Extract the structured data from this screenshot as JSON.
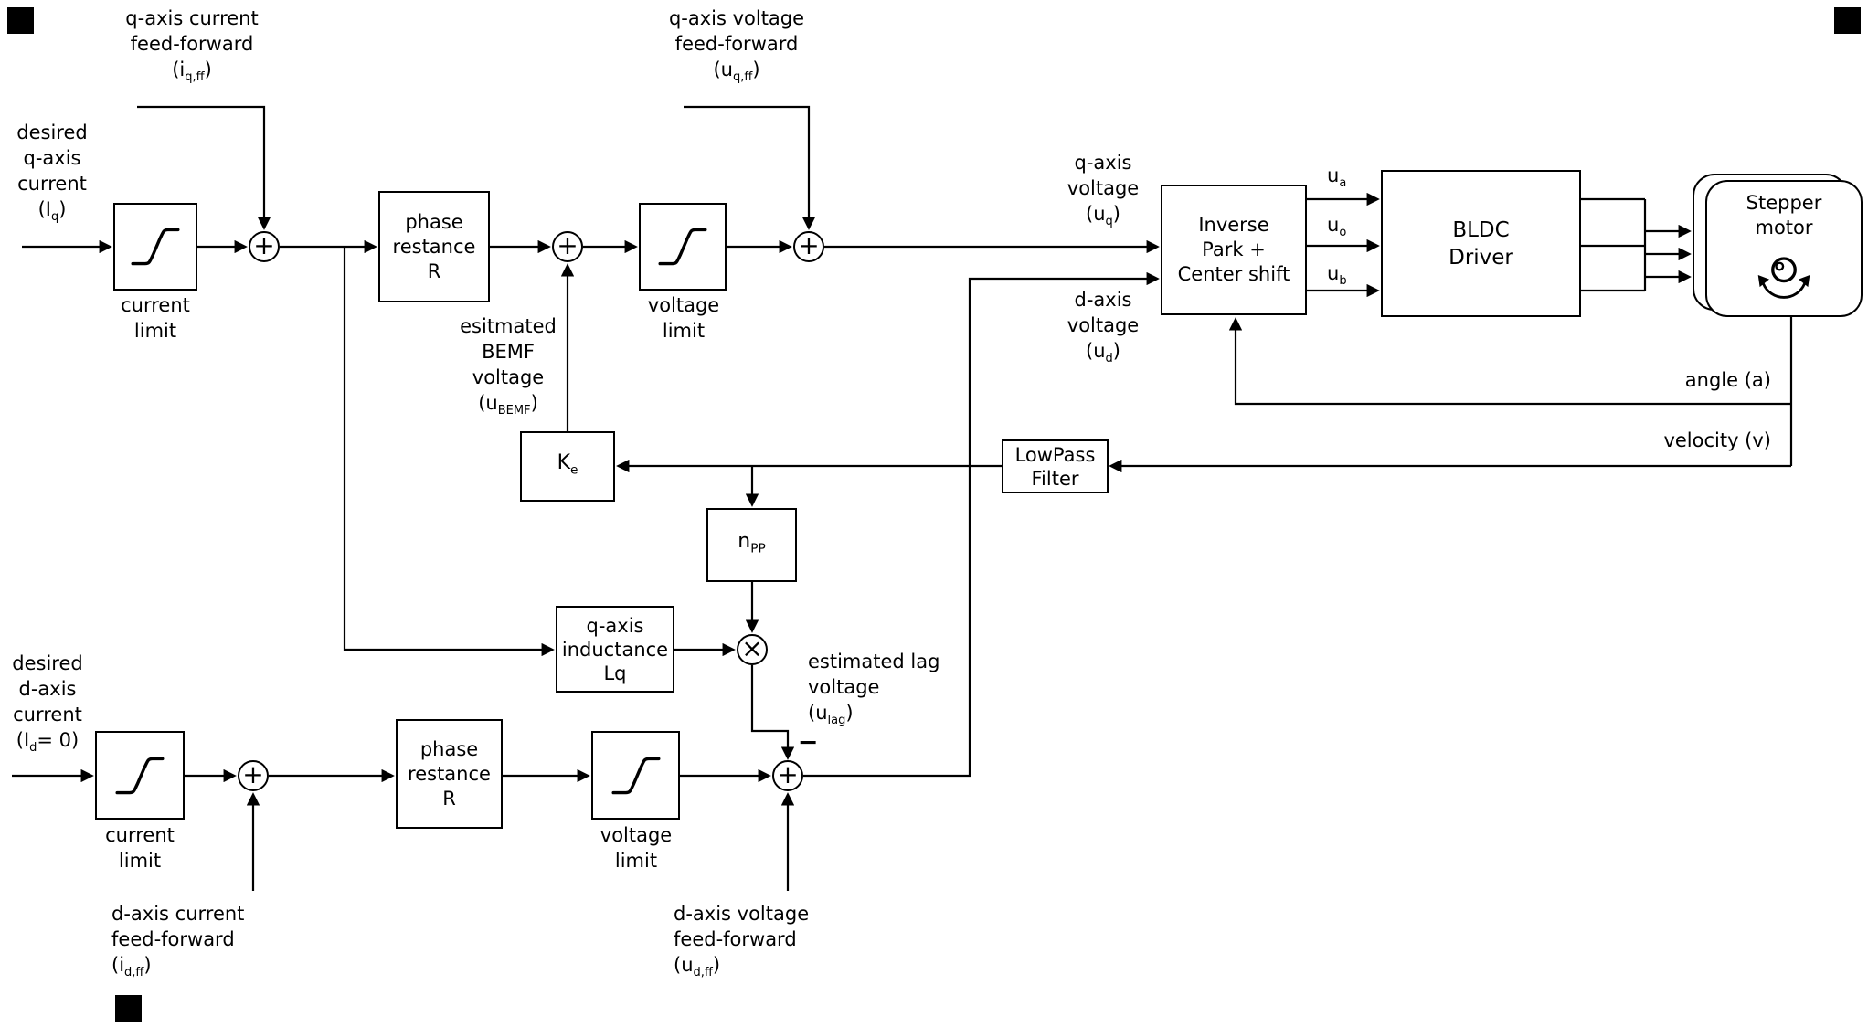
{
  "colors": {
    "stroke": "#000000",
    "background": "#ffffff"
  },
  "junctions": {
    "plus": "+",
    "times": "×"
  },
  "blocks": {
    "current_limit_caption": {
      "l1": "current",
      "l2": "limit"
    },
    "voltage_limit_caption": {
      "l1": "voltage",
      "l2": "limit"
    },
    "phase_resistance": {
      "l1": "phase",
      "l2": "restance",
      "l3": "R"
    },
    "inverse_park": {
      "l1": "Inverse",
      "l2": "Park +",
      "l3": "Center shift"
    },
    "bldc_driver": {
      "l1": "BLDC",
      "l2": "Driver"
    },
    "stepper_motor": {
      "l1": "Stepper",
      "l2": "motor"
    },
    "lowpass_filter": {
      "l1": "LowPass",
      "l2": "Filter"
    },
    "ke_gain": [
      {
        "text": "K"
      },
      {
        "text": "e",
        "sub": true
      }
    ],
    "npp_gain": [
      {
        "text": "n"
      },
      {
        "text": "PP",
        "sub": true
      }
    ],
    "q_inductance": {
      "l1": "q-axis",
      "l2": "inductance",
      "l3": "Lq"
    }
  },
  "labels": {
    "desired_q": {
      "l1": "desired",
      "l2": "q-axis",
      "l3": "current",
      "sym": [
        {
          "text": "(I"
        },
        {
          "text": "q",
          "sub": true
        },
        {
          "text": ")"
        }
      ]
    },
    "ff_current_q": {
      "l1": "q-axis current",
      "l2": "feed-forward",
      "sym": [
        {
          "text": "(i"
        },
        {
          "text": "q,ff",
          "sub": true
        },
        {
          "text": ")"
        }
      ]
    },
    "ff_voltage_q": {
      "l1": "q-axis voltage",
      "l2": "feed-forward",
      "sym": [
        {
          "text": "(u"
        },
        {
          "text": "q,ff",
          "sub": true
        },
        {
          "text": ")"
        }
      ]
    },
    "bemf": {
      "l1": "esitmated",
      "l2": "BEMF",
      "l3": "voltage",
      "sym": [
        {
          "text": "(u"
        },
        {
          "text": "BEMF",
          "sub": true
        },
        {
          "text": ")"
        }
      ]
    },
    "q_voltage": {
      "l1": "q-axis",
      "l2": "voltage",
      "sym": [
        {
          "text": "(u"
        },
        {
          "text": "q",
          "sub": true
        },
        {
          "text": ")"
        }
      ]
    },
    "d_voltage": {
      "l1": "d-axis",
      "l2": "voltage",
      "sym": [
        {
          "text": "(u"
        },
        {
          "text": "d",
          "sub": true
        },
        {
          "text": ")"
        }
      ]
    },
    "u_a": [
      {
        "text": "u"
      },
      {
        "text": "a",
        "sub": true
      }
    ],
    "u_o": [
      {
        "text": "u"
      },
      {
        "text": "o",
        "sub": true
      }
    ],
    "u_b": [
      {
        "text": "u"
      },
      {
        "text": "b",
        "sub": true
      }
    ],
    "angle": "angle (a)",
    "velocity": "velocity (v)",
    "lag": {
      "l1": "estimated lag",
      "l2": "voltage",
      "sym": [
        {
          "text": "(u"
        },
        {
          "text": "lag",
          "sub": true
        },
        {
          "text": ")"
        }
      ]
    },
    "minus": "−",
    "desired_d": {
      "l1": "desired",
      "l2": "d-axis",
      "l3": "current",
      "sym": [
        {
          "text": "(I"
        },
        {
          "text": "d",
          "sub": true
        },
        {
          "text": "= 0)"
        }
      ]
    },
    "ff_current_d": {
      "l1": "d-axis current",
      "l2": "feed-forward",
      "sym": [
        {
          "text": "(i"
        },
        {
          "text": "d,ff",
          "sub": true
        },
        {
          "text": ")"
        }
      ]
    },
    "ff_voltage_d": {
      "l1": "d-axis voltage",
      "l2": "feed-forward",
      "sym": [
        {
          "text": "(u"
        },
        {
          "text": "d,ff",
          "sub": true
        },
        {
          "text": ")"
        }
      ]
    }
  }
}
